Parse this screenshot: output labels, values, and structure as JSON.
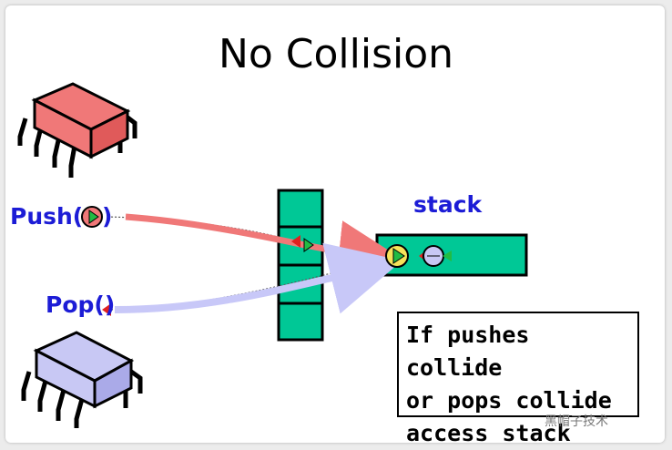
{
  "title": "No Collision",
  "labels": {
    "push": "Push(",
    "push_close": ")",
    "pop": "Pop()",
    "stack": "stack"
  },
  "note": "If pushes collide\nor pops collide\naccess stack",
  "watermark": "黑帽子技术",
  "colors": {
    "label_blue": "#1c1cd6",
    "push_thread": "#f07878",
    "pop_thread": "#c8c8f4",
    "array_green": "#00c896",
    "push_arrow": "#f07878",
    "pop_arrow": "#c8c8f8"
  }
}
